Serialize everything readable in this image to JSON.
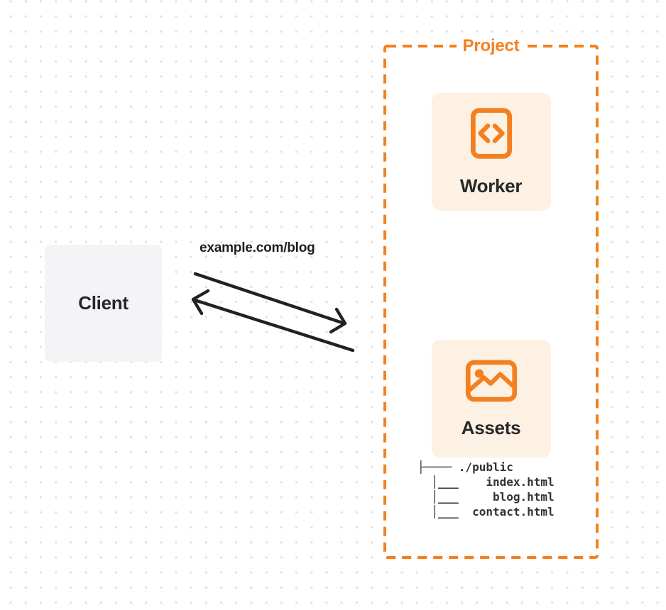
{
  "project": {
    "label": "Project"
  },
  "client": {
    "label": "Client"
  },
  "request": {
    "url_label": "example.com/blog"
  },
  "worker": {
    "label": "Worker",
    "icon": "code-file-icon"
  },
  "assets": {
    "label": "Assets",
    "icon": "image-icon"
  },
  "file_tree": {
    "lines": [
      "├──── ./public",
      "  │___    index.html",
      "  │___     blog.html",
      "  │___  contact.html"
    ]
  },
  "colors": {
    "accent_orange": "#f38020",
    "panel_cream": "#fcf1e3",
    "client_gray": "#f4f4f6",
    "ink": "#212226",
    "dot_grid": "#e2e2e4"
  }
}
